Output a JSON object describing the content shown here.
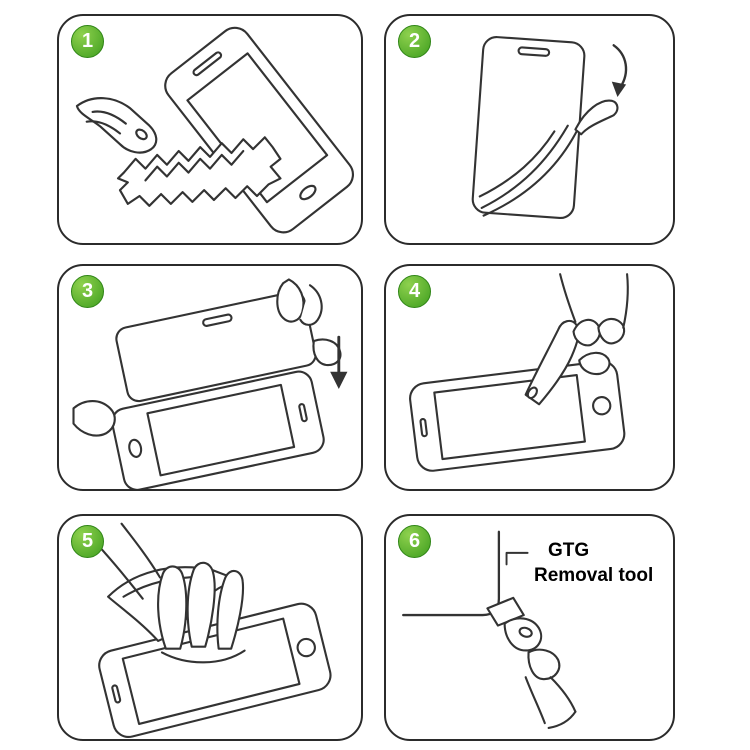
{
  "page": {
    "background": "#ffffff",
    "line_color": "#333333",
    "badge_green": "#58b32c"
  },
  "steps": [
    {
      "number": "1",
      "illustration": "wipe-phone-screen-with-cloth"
    },
    {
      "number": "2",
      "illustration": "peel-backing-film-from-protector"
    },
    {
      "number": "3",
      "illustration": "align-and-lower-protector-onto-phone"
    },
    {
      "number": "4",
      "illustration": "press-screen-center-with-finger"
    },
    {
      "number": "5",
      "illustration": "smooth-film-with-fingers"
    },
    {
      "number": "6",
      "illustration": "use-removal-tool-at-corner",
      "label_line1": "GTG",
      "label_line2": "Removal tool"
    }
  ]
}
